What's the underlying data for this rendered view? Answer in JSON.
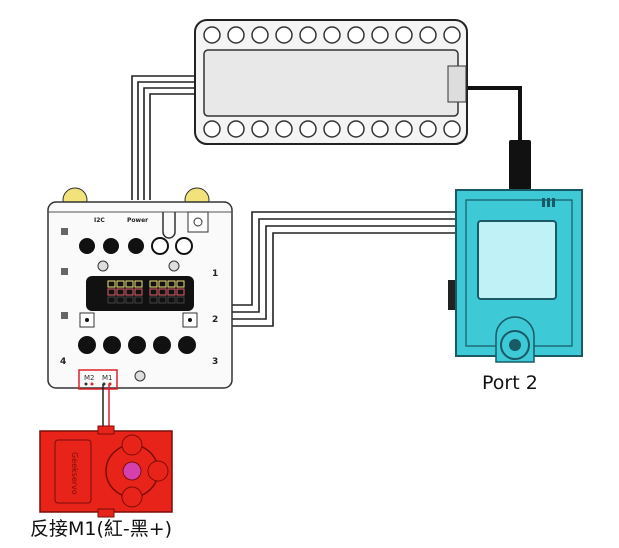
{
  "board": {
    "i2c_label": "I2C",
    "power_label": "Power",
    "port_numbers": [
      "1",
      "2",
      "3",
      "4"
    ],
    "motor_labels": [
      "M2",
      "M1"
    ]
  },
  "servo_module": {
    "brand": "Geekservo"
  },
  "controller": {
    "port_label": "Port 2"
  },
  "caption": "反接M1(紅-黑+)",
  "colors": {
    "controller": "#3ec9d6",
    "servo": "#e8241a",
    "highlight": "#e0202a",
    "wheel": "#f2e27a"
  }
}
